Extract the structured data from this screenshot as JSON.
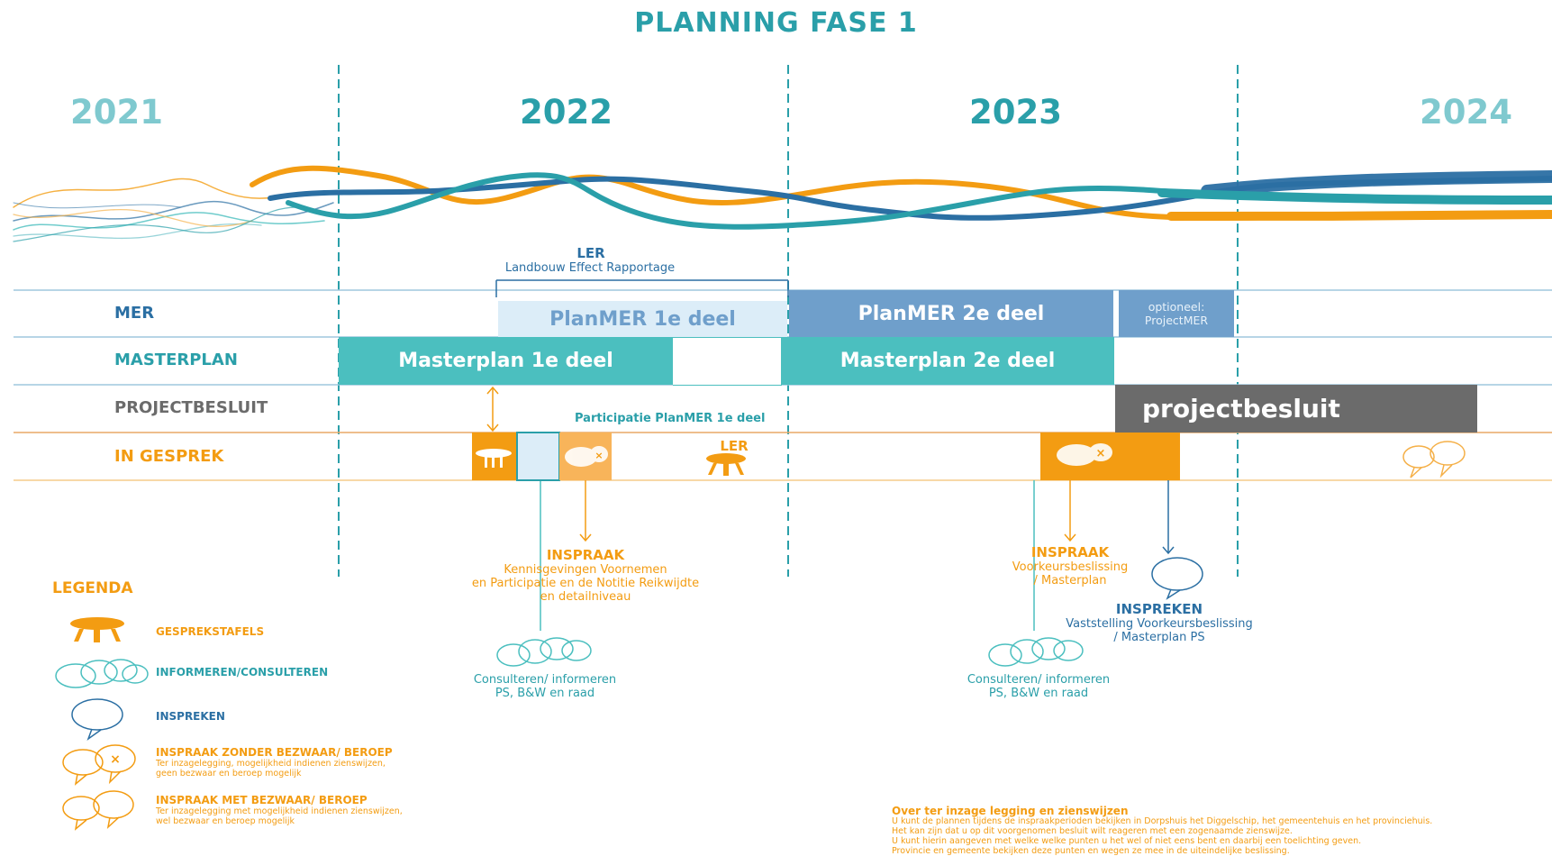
{
  "title": "PLANNING FASE 1",
  "years": [
    "2021",
    "2022",
    "2023",
    "2024"
  ],
  "rows": {
    "mer": "MER",
    "masterplan": "MASTERPLAN",
    "projectbesluit": "PROJECTBESLUIT",
    "in_gesprek": "IN GESPREK"
  },
  "ler_bracket": {
    "title": "LER",
    "subtitle": "Landbouw Effect Rapportage"
  },
  "bars": {
    "planmer1": "PlanMER 1e deel",
    "planmer2": "PlanMER 2e deel",
    "projectmer_line1": "optioneel:",
    "projectmer_line2": "ProjectMER",
    "masterplan1": "Masterplan 1e deel",
    "masterplan2": "Masterplan 2e deel",
    "projectbesluit": "projectbesluit"
  },
  "participatie": "Participatie PlanMER 1e deel",
  "ler_table_label": "LER",
  "inspraak1": {
    "title": "INSPRAAK",
    "lines": [
      "Kennisgevingen Voornemen",
      "en Participatie en de Notitie Reikwijdte",
      "en detailniveau"
    ]
  },
  "inspraak2": {
    "title": "INSPRAAK",
    "lines": [
      "Voorkeursbeslissing",
      "/ Masterplan"
    ]
  },
  "inspreken": {
    "title": "INSPREKEN",
    "lines": [
      "Vaststelling Voorkeursbeslissing",
      "/ Masterplan PS"
    ]
  },
  "consult1": [
    "Consulteren/ informeren",
    "PS, B&W en raad"
  ],
  "consult2": [
    "Consulteren/ informeren",
    "PS, B&W en raad"
  ],
  "legend": {
    "title": "LEGENDA",
    "items": [
      {
        "label": "GESPREKSTAFELS",
        "sub": []
      },
      {
        "label": "INFORMEREN/CONSULTEREN",
        "sub": []
      },
      {
        "label": "INSPREKEN",
        "sub": []
      },
      {
        "label": "INSPRAAK ZONDER BEZWAAR/ BEROEP",
        "sub": [
          "Ter inzagelegging, mogelijkheid indienen zienswijzen,",
          "geen bezwaar en beroep mogelijk"
        ]
      },
      {
        "label": "INSPRAAK MET BEZWAAR/ BEROEP",
        "sub": [
          "Ter inzagelegging met mogelijkheid indienen zienswijzen,",
          "wel bezwaar en beroep mogelijk"
        ]
      }
    ]
  },
  "note": {
    "title": "Over ter inzage legging en zienswijzen",
    "lines": [
      "U kunt de plannen tijdens de inspraakperioden bekijken in Dorpshuis het Diggelschip, het gemeentehuis en het provinciehuis.",
      "Het kan zijn dat u op dit voorgenomen besluit wilt reageren met een zogenaamde zienswijze.",
      "U kunt hierin aangeven met welke welke punten u het wel of niet eens bent en daarbij een toelichting geven.",
      "Provincie en gemeente bekijken deze punten en wegen ze mee in de uiteindelijke beslissing."
    ]
  },
  "colors": {
    "teal": "#4bbfbf",
    "darkteal": "#2a9fa9",
    "blue": "#2b6fa3",
    "lightblue": "#dcedf8",
    "midblue": "#6f9fcb",
    "orange": "#f39c12",
    "gray": "#6b6b6b"
  }
}
